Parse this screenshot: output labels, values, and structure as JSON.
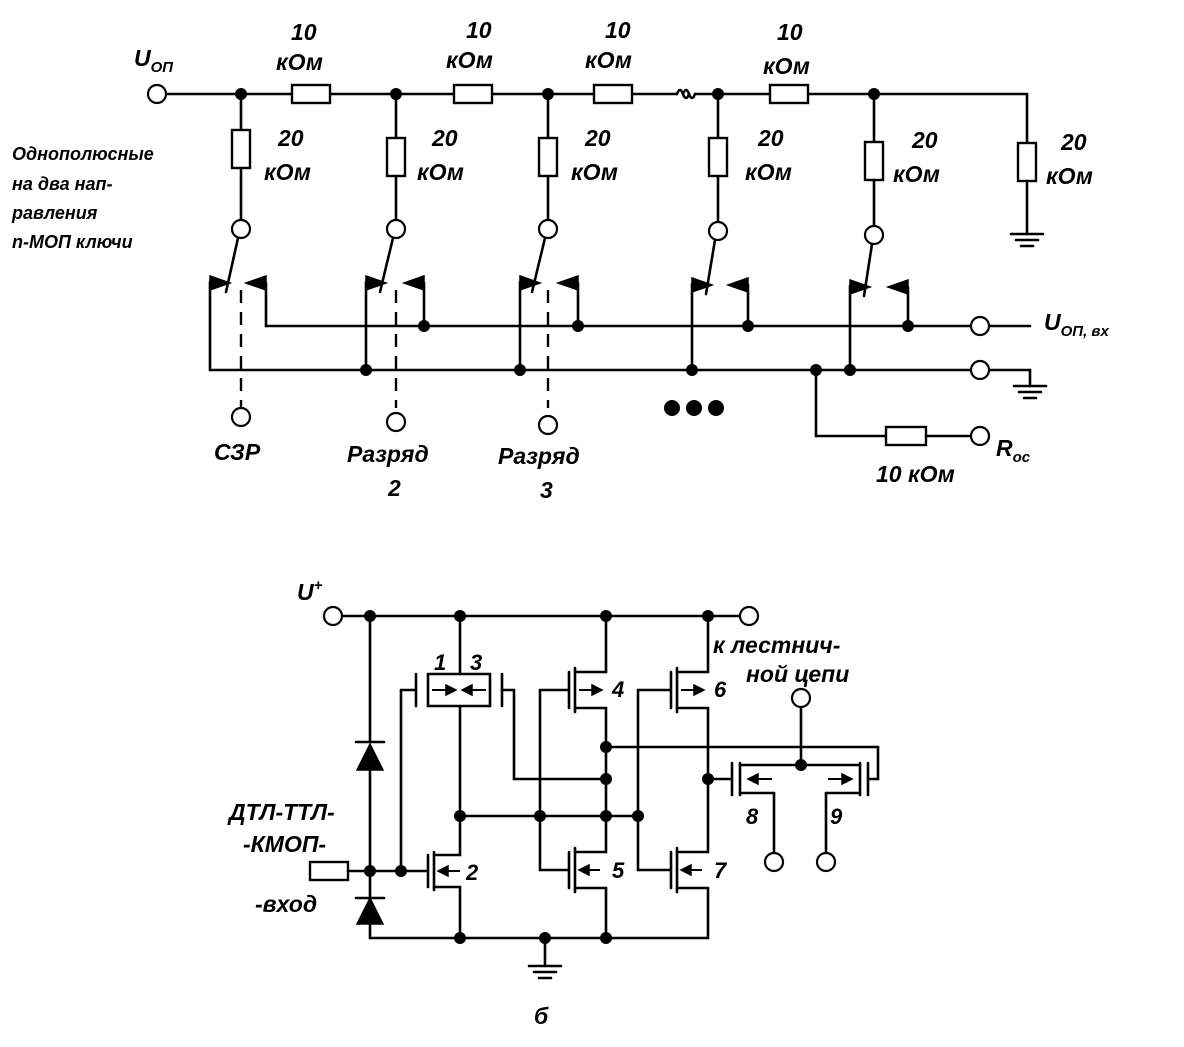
{
  "top": {
    "u_ref": {
      "main": "U",
      "sub": "ОП"
    },
    "u_ref_in": {
      "main": "U",
      "sub": "ОП, вх"
    },
    "r_fb": {
      "main": "R",
      "sub": "ос"
    },
    "series_resistors": [
      {
        "value": "10",
        "unit": "кОм"
      },
      {
        "value": "10",
        "unit": "кОм"
      },
      {
        "value": "10",
        "unit": "кОм"
      },
      {
        "value": "10",
        "unit": "кОм"
      }
    ],
    "shunt_resistors": [
      {
        "value": "20",
        "unit": "кОм"
      },
      {
        "value": "20",
        "unit": "кОм"
      },
      {
        "value": "20",
        "unit": "кОм"
      },
      {
        "value": "20",
        "unit": "кОм"
      },
      {
        "value": "20",
        "unit": "кОм"
      },
      {
        "value": "20",
        "unit": "кОм"
      }
    ],
    "switch_note": [
      "Однополюсные",
      "на два нап-",
      "равления",
      "n-МОП ключи"
    ],
    "msb": "СЗР",
    "bit2": {
      "line1": "Разряд",
      "line2": "2"
    },
    "bit3": {
      "line1": "Разряд",
      "line2": "3"
    },
    "fb_resistor": "10 кОм"
  },
  "bottom": {
    "supply": {
      "main": "U",
      "sup": "+"
    },
    "ladder_note": [
      "к лестнич-",
      "ной цепи"
    ],
    "input_note": [
      "ДТЛ-ТТЛ-",
      "-КМОП-",
      "-вход"
    ],
    "transistor_numbers": [
      "1",
      "2",
      "3",
      "4",
      "5",
      "6",
      "7",
      "8",
      "9"
    ],
    "caption": "б"
  }
}
